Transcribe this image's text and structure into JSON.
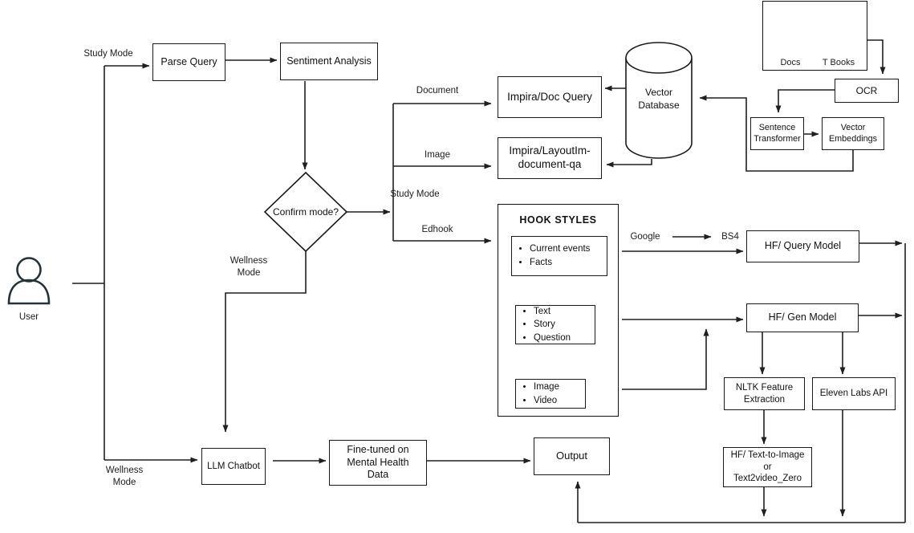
{
  "page": {
    "background": "#ffffff"
  },
  "colors": {
    "line": "#1f1f1f",
    "box_border": "#1a1a1a",
    "accent_blue": "#4285f4",
    "book_gray": "#4d4d4d",
    "user_icon_dark": "#263238"
  },
  "user": {
    "label": "User"
  },
  "labels": {
    "study_mode_top": "Study Mode",
    "study_mode_branch": "Study Mode",
    "wellness_mode_branch": "Wellness\nMode",
    "wellness_mode_bottom": "Wellness\nMode",
    "document": "Document",
    "image": "Image",
    "edhook": "Edhook",
    "google": "Google",
    "bs4": "BS4"
  },
  "nodes": {
    "parse_query": "Parse Query",
    "sentiment_analysis": "Sentiment Analysis",
    "confirm_mode": "Confirm mode?",
    "impira_doc_query": "Impira/Doc Query",
    "impira_layoutlm": "Impira/LayoutIm-\ndocument-qa",
    "vector_database": "Vector\nDatabase",
    "hf_query_model": "HF/ Query Model",
    "hf_gen_model": "HF/ Gen Model",
    "nltk_feature_extraction": "NLTK Feature\nExtraction",
    "eleven_labs_api": "Eleven Labs API",
    "hf_text_to_image": "HF/ Text-to-Image\nor\nText2video_Zero",
    "ocr": "OCR",
    "sentence_transformer": "Sentence\nTransformer",
    "vector_embeddings": "Vector\nEmbeddings",
    "llm_chatbot": "LLM Chatbot",
    "fine_tuned": "Fine-tuned on\nMental Health\nData",
    "output": "Output"
  },
  "hook_styles": {
    "title": "HOOK STYLES",
    "groups": [
      {
        "items": [
          "Current events",
          "Facts"
        ]
      },
      {
        "items": [
          "Text",
          "Story",
          "Question"
        ]
      },
      {
        "items": [
          "Image",
          "Video"
        ]
      }
    ]
  },
  "library": {
    "docs": "Docs",
    "tbooks": "T Books"
  }
}
